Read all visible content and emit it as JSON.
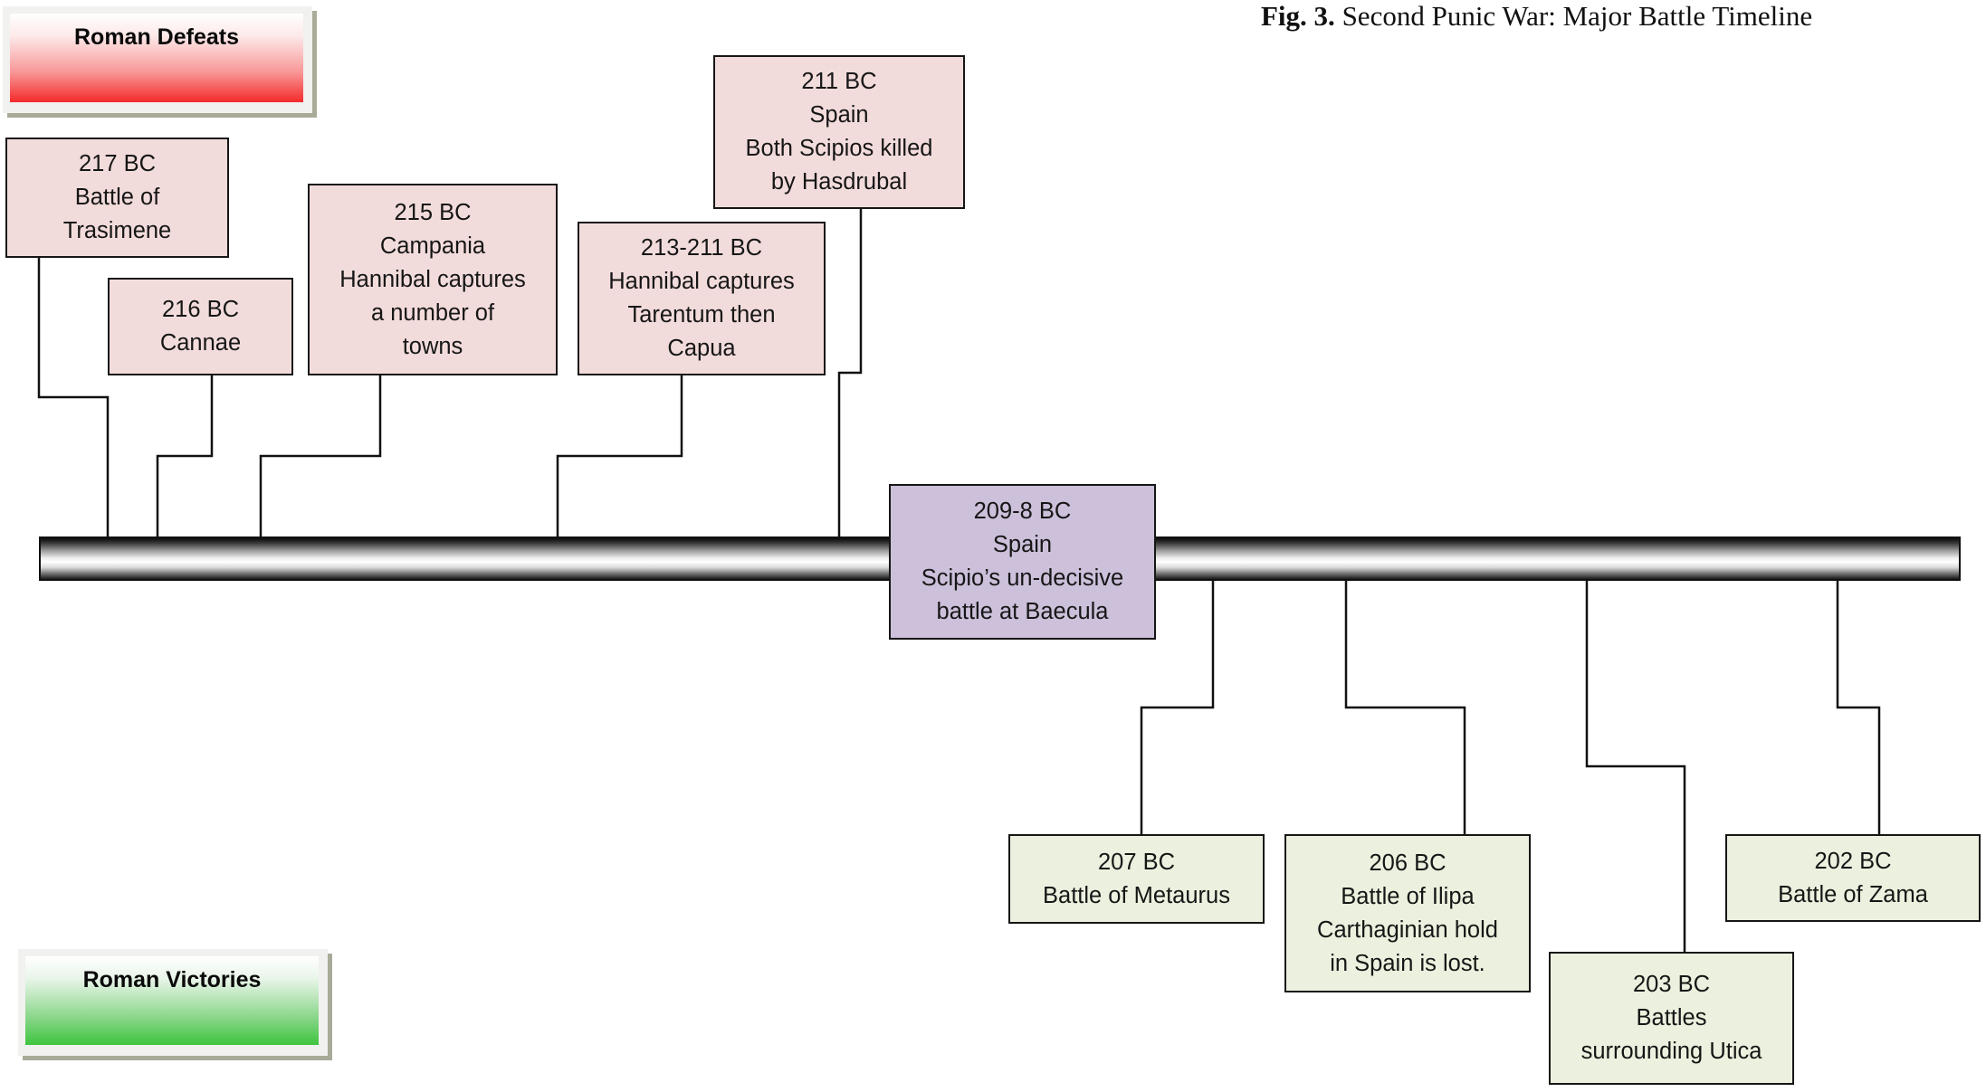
{
  "title": {
    "label": "Fig. 3.",
    "text": "Second Punic War: Major Battle Timeline"
  },
  "legend": {
    "defeats": {
      "label": "Roman Defeats",
      "color": "#f42a2a"
    },
    "victories": {
      "label": "Roman Victories",
      "color": "#3ec43e"
    }
  },
  "colors": {
    "defeat_box": "#f2dcdb",
    "neutral_box": "#ccc0da",
    "victory_box": "#ebf1de"
  },
  "events": [
    {
      "id": "217",
      "category": "defeat",
      "lines": [
        "217 BC",
        "Battle of",
        "Trasimene"
      ]
    },
    {
      "id": "216",
      "category": "defeat",
      "lines": [
        "216 BC",
        "Cannae"
      ]
    },
    {
      "id": "215",
      "category": "defeat",
      "lines": [
        "215 BC",
        "Campania",
        "Hannibal captures",
        "a number of",
        "towns"
      ]
    },
    {
      "id": "213-211",
      "category": "defeat",
      "lines": [
        "213-211 BC",
        "Hannibal captures",
        "Tarentum then",
        "Capua"
      ]
    },
    {
      "id": "211",
      "category": "defeat",
      "lines": [
        "211 BC",
        "Spain",
        "Both Scipios killed",
        "by Hasdrubal"
      ]
    },
    {
      "id": "209-8",
      "category": "neutral",
      "lines": [
        "209-8 BC",
        "Spain",
        "Scipio’s un-decisive",
        "battle at Baecula"
      ]
    },
    {
      "id": "207",
      "category": "victory",
      "lines": [
        "207 BC",
        "Battle of Metaurus"
      ]
    },
    {
      "id": "206",
      "category": "victory",
      "lines": [
        "206 BC",
        "Battle of Ilipa",
        "Carthaginian hold",
        "in Spain is lost."
      ]
    },
    {
      "id": "203",
      "category": "victory",
      "lines": [
        "203 BC",
        "Battles",
        "surrounding Utica"
      ]
    },
    {
      "id": "202",
      "category": "victory",
      "lines": [
        "202 BC",
        "Battle of Zama"
      ]
    }
  ]
}
